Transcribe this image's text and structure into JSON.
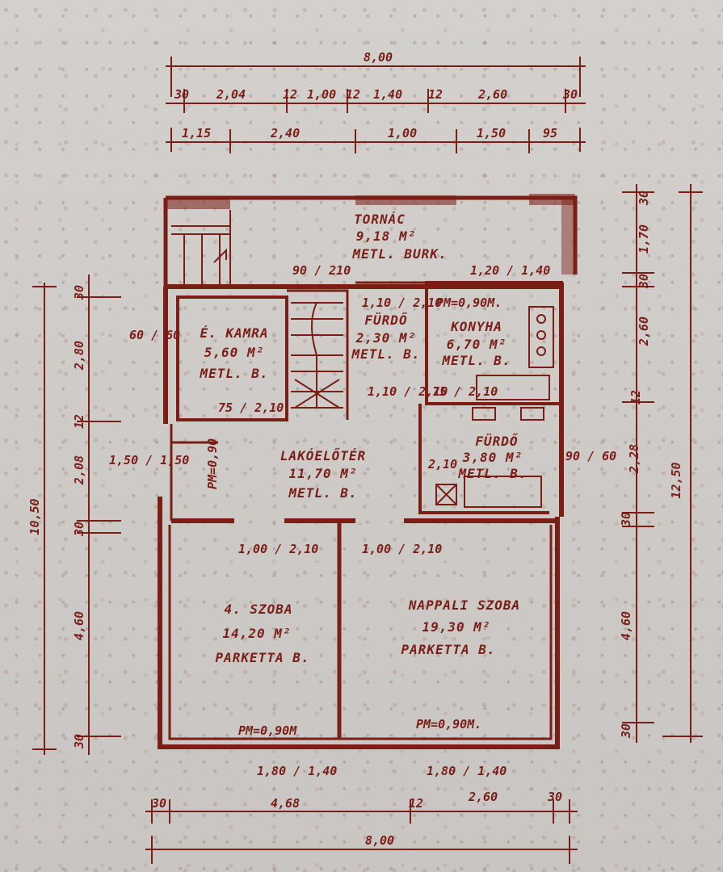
{
  "colors": {
    "ink": "#7a1e16",
    "paper": "#cfcbc7"
  },
  "rooms": {
    "tornac": {
      "name": "TORNÁC",
      "area": "9,18 M²",
      "floor": "METL. BURK."
    },
    "furdo": {
      "name": "FÜRDŐ",
      "area": "2,30 M²",
      "floor": "METL. B."
    },
    "konyha": {
      "name": "KONYHA",
      "area": "6,70 M²",
      "floor": "METL. B.",
      "door": "PM=0,90M."
    },
    "kamra": {
      "name": "É. KAMRA",
      "area": "5,60 M²",
      "floor": "METL. B."
    },
    "lakoeloter": {
      "name": "LAKÓELŐTÉR",
      "area": "11,70 M²",
      "floor": "METL. B."
    },
    "furdo2": {
      "name": "FÜRDŐ",
      "area": "3,80 M²",
      "floor": "METL. B."
    },
    "szoba": {
      "name": "4. SZOBA",
      "area": "14,20 M²",
      "floor": "PARKETTA B.",
      "door": "PM=0,90M"
    },
    "nappali": {
      "name": "NAPPALI SZOBA",
      "area": "19,30 M²",
      "floor": "PARKETTA B.",
      "door": "PM=0,90M."
    }
  },
  "dims": {
    "top_total": "8,00",
    "top_row1": [
      "30",
      "2,04",
      "12",
      "1,00",
      "12",
      "1,40",
      "12",
      "2,60",
      "30"
    ],
    "top_row2": [
      "1,15",
      "2,40",
      "1,00",
      "1,50",
      "95"
    ],
    "bottom_row1": [
      "30",
      "4,68",
      "12",
      "2,60",
      "30"
    ],
    "bottom_total": "8,00",
    "left_total": "10,50",
    "left_row": [
      "30",
      "2,80",
      "12",
      "2,08",
      "30",
      "4,60",
      "30"
    ],
    "right_total": "12,50",
    "right_row": [
      "30",
      "1,70",
      "30",
      "2,60",
      "12",
      "2,28",
      "30",
      "4,60",
      "30"
    ],
    "misc": {
      "stair": "90 / 210",
      "furdo_door": "1,10 / 2,10",
      "konyha_door": "1,20 / 1,40",
      "kamra_win": "60 / 60",
      "kamra_door": "75 / 2,10",
      "lako_left": "1,50 / 1,50",
      "lako_pm": "PM=0,90",
      "furdo2_dims": "90 / 60",
      "furdo2_door": "2,10",
      "konyha_win": "75 / 2,10",
      "szoba_door": "1,00 / 2,10",
      "nappali_door": "1,00 / 2,10",
      "bottom_win1": "1,80 / 1,40",
      "bottom_win2": "1,80 / 1,40"
    }
  }
}
